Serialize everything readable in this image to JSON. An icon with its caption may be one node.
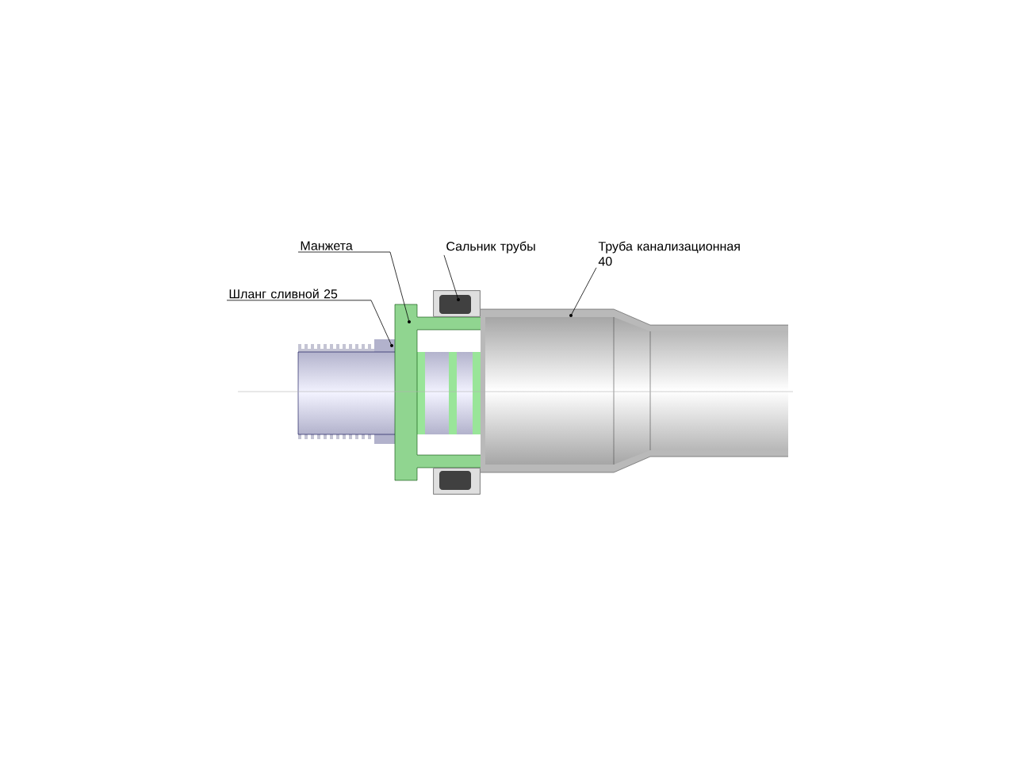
{
  "diagram": {
    "nodes": [
      {
        "text": [
          "Манжета"
        ]
      },
      {
        "text": [
          "Сальник трубы"
        ]
      },
      {
        "text": [
          "Труба канализационная 40"
        ]
      },
      {
        "text": [
          "Шланг сливной 25"
        ]
      },
      {
        "text": [],
        "shape": "picture"
      },
      {
        "text": [],
        "shape": "picture"
      },
      {
        "text": [],
        "shape": "picture"
      },
      {
        "text": [],
        "shape": "picture"
      }
    ],
    "edges": [
      {
        "from": 0,
        "to": 5,
        "arrow": "none"
      },
      {
        "from": 1,
        "to": 6,
        "arrow": "none"
      },
      {
        "from": 2,
        "to": 7,
        "arrow": "none"
      },
      {
        "from": 3,
        "to": 4,
        "arrow": "none"
      }
    ]
  }
}
